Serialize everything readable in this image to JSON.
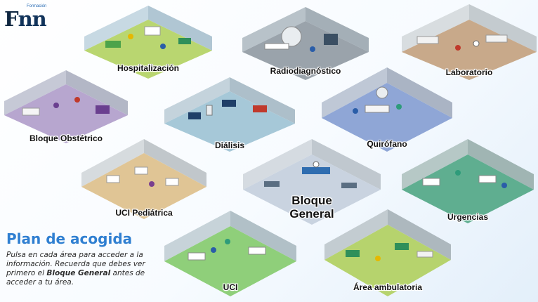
{
  "brand": {
    "top": "Formación",
    "main_f": "F",
    "main_nn": "nn"
  },
  "intro": {
    "title": "Plan de acogida",
    "text_before": "Pulsa en cada área para acceder a la información. Recuerda que debes ver primero el ",
    "text_bold": "Bloque General",
    "text_after": " antes de acceder a tu área."
  },
  "areas": {
    "hospitalizacion": {
      "label": "Hospitalización",
      "floor": "#b9d670",
      "wall": "#c7d9e3"
    },
    "radiodiagnostico": {
      "label": "Radiodiagnóstico",
      "floor": "#9aa3ab",
      "wall": "#b8c2c9"
    },
    "laboratorio": {
      "label": "Laboratorio",
      "floor": "#c8a98a",
      "wall": "#d8dde0"
    },
    "bloque_obstetrico": {
      "label": "Bloque Obstétrico",
      "floor": "#b7a6cf",
      "wall": "#c6c9d6"
    },
    "dialisis": {
      "label": "Diálisis",
      "floor": "#a6c8d8",
      "wall": "#c4d3dc"
    },
    "quirofano": {
      "label": "Quirófano",
      "floor": "#8fa6d6",
      "wall": "#bfc8d6"
    },
    "uci_pediatrica": {
      "label": "UCI Pediátrica",
      "floor": "#e0c595",
      "wall": "#d6dbde"
    },
    "bloque_general": {
      "label_line1": "Bloque",
      "label_line2": "General",
      "floor": "#c9d3e0",
      "wall": "#d5dbe1"
    },
    "urgencias": {
      "label": "Urgencias",
      "floor": "#5fae90",
      "wall": "#b6c8c6"
    },
    "uci": {
      "label": "UCI",
      "floor": "#8fcf7a",
      "wall": "#c7d3d9"
    },
    "area_ambulatoria": {
      "label": "Área ambulatoria",
      "floor": "#b6d36d",
      "wall": "#c3ccd1"
    }
  }
}
